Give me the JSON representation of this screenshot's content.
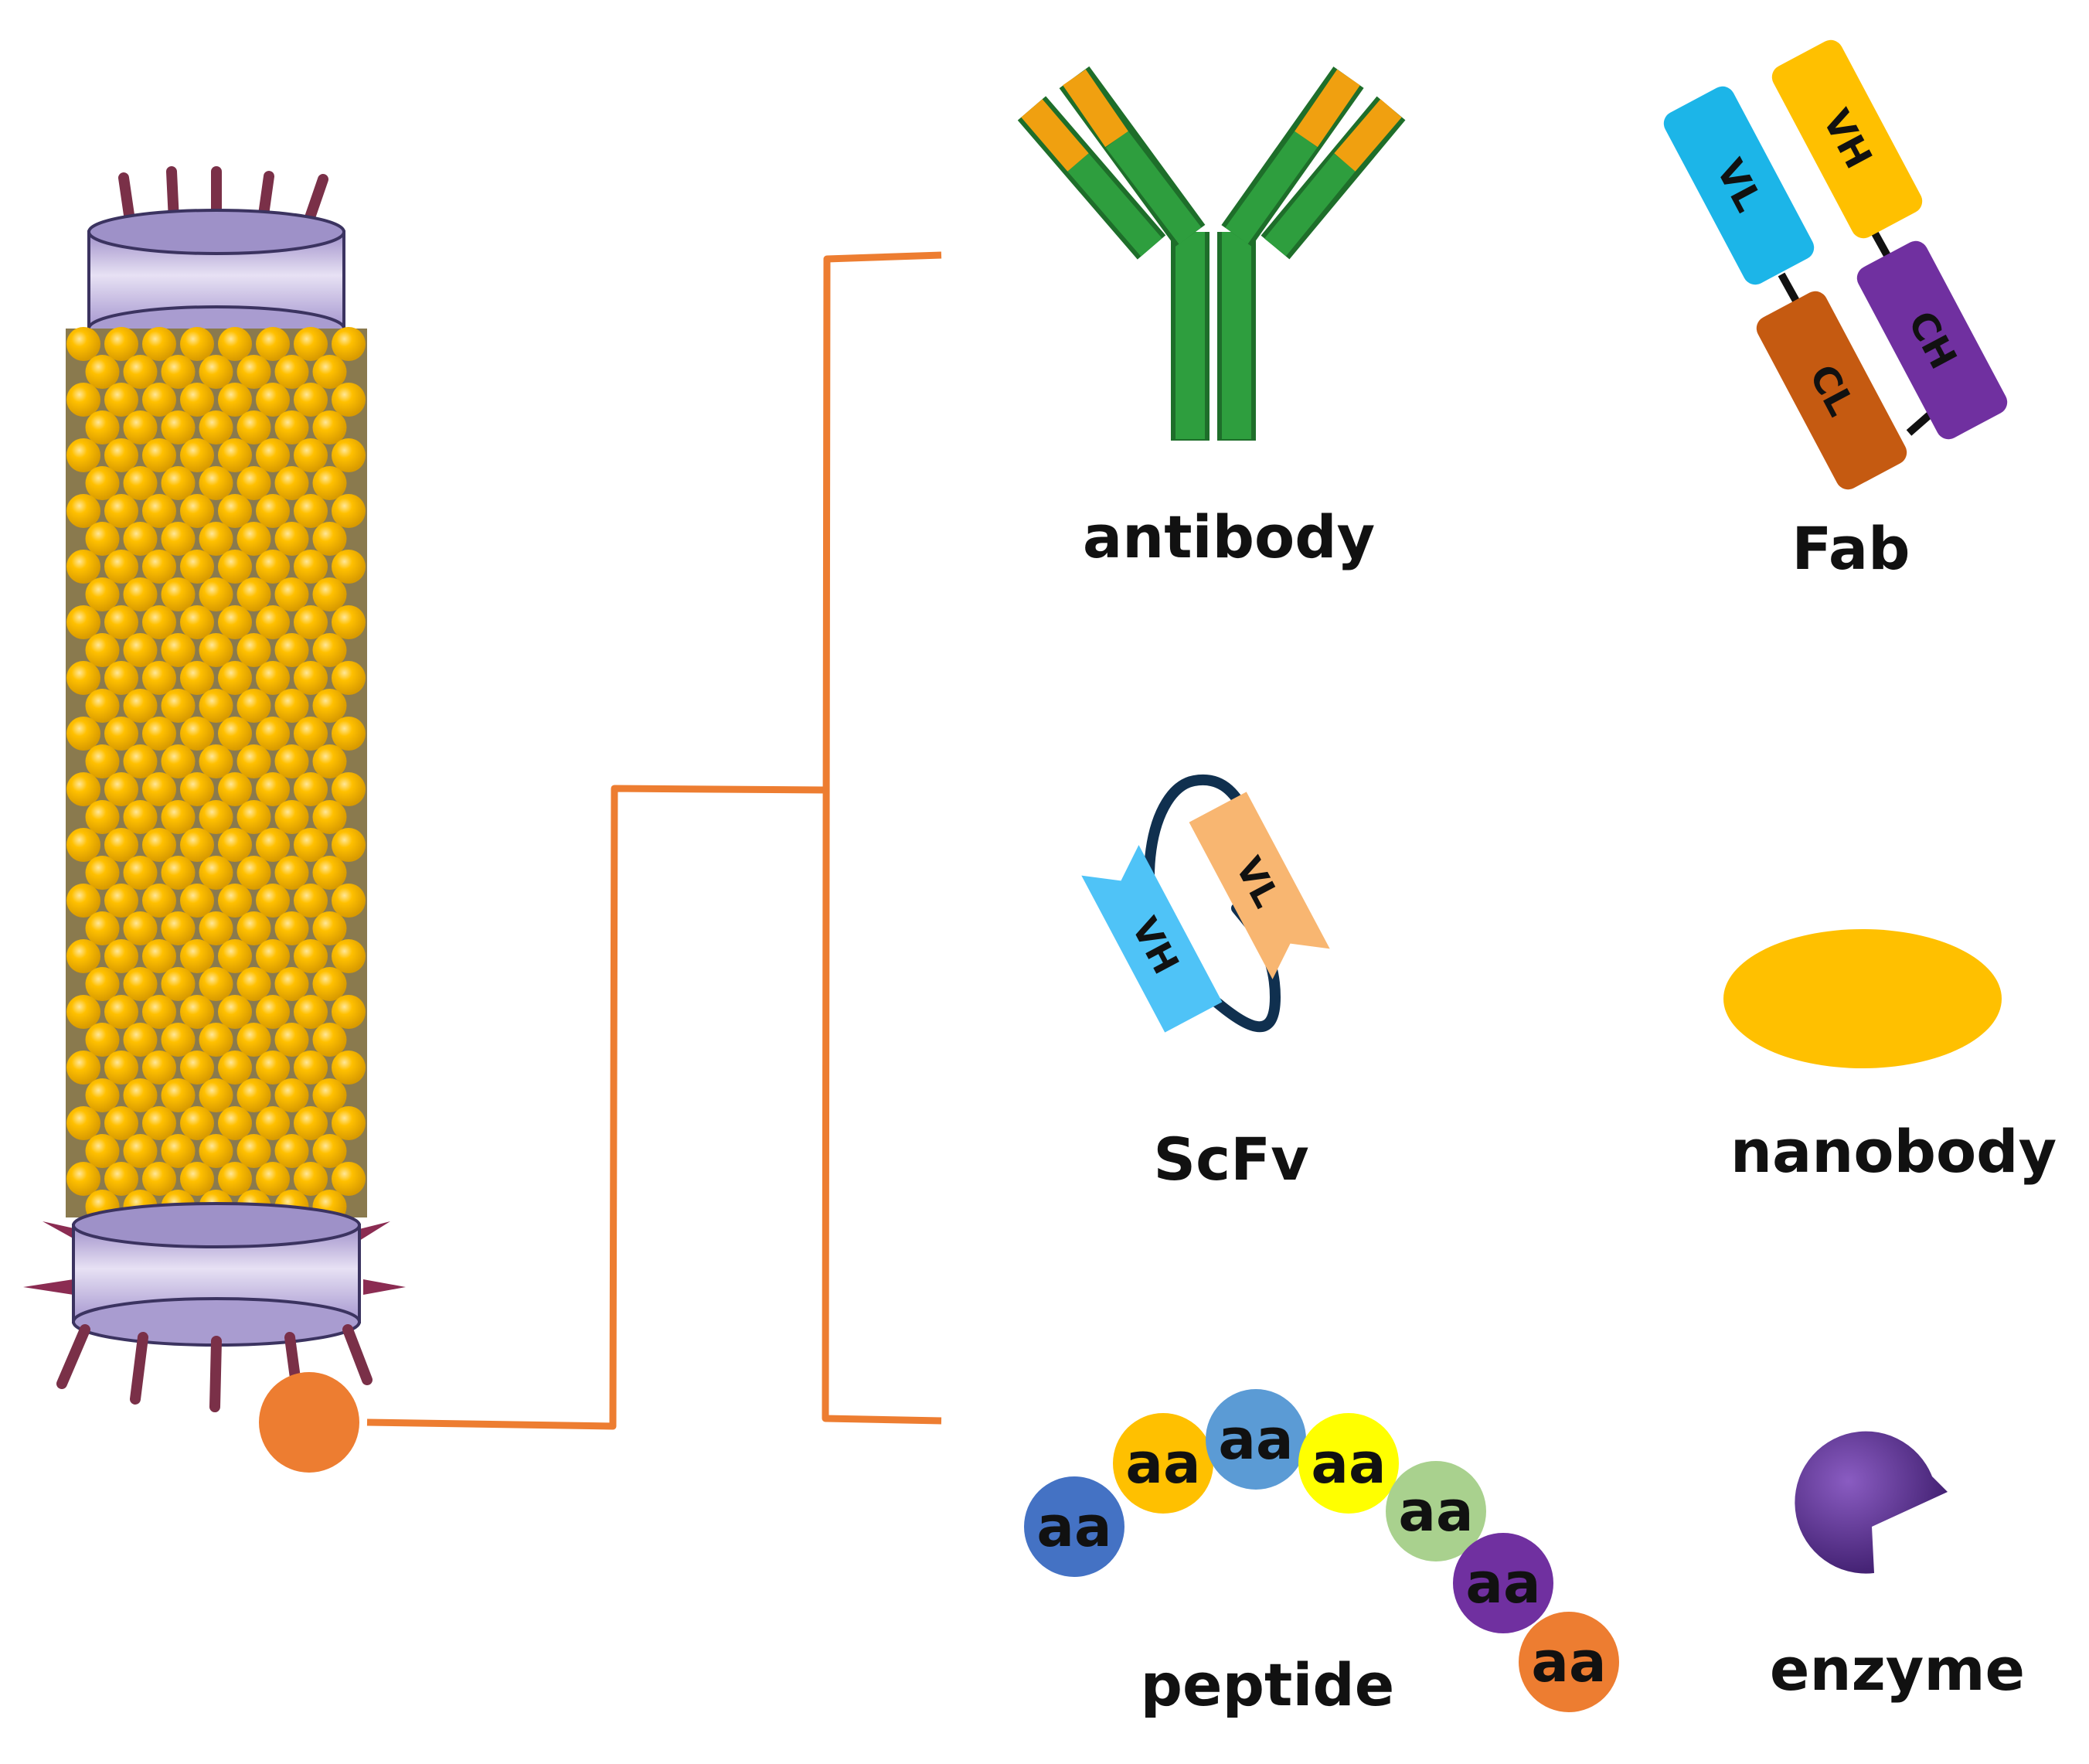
{
  "colors": {
    "connector": "#ED7D31",
    "coat": "#FFC000",
    "cap": "#B4A7D6",
    "antibody_heavy": "#2E9E3E",
    "antibody_tip": "#F0A010",
    "vl_blue": "#1CB5E8",
    "vh_yellow": "#FFC000",
    "cl_brown": "#C55A11",
    "ch_purple": "#7030A0",
    "scfv_vl": "#F8B671",
    "scfv_vh": "#4FC3F7",
    "nanobody": "#FFC000",
    "enzyme": "#5B2C8C"
  },
  "icons": {
    "phage": "filamentous-phage-icon",
    "antibody": "antibody-y-icon",
    "fab": "fab-fragment-icon",
    "scfv": "scfv-icon",
    "nanobody": "nanobody-ellipse-icon",
    "peptide": "peptide-chain-icon",
    "enzyme": "enzyme-pacman-icon"
  },
  "labels": {
    "antibody": "antibody",
    "fab": "Fab",
    "scfv": "ScFv",
    "nanobody": "nanobody",
    "peptide": "peptide",
    "enzyme": "enzyme"
  },
  "fab_domains": {
    "vl": "VL",
    "vh": "VH",
    "cl": "CL",
    "ch": "CH"
  },
  "scfv_domains": {
    "vl": "VL",
    "vh": "VH"
  },
  "peptide_residues": [
    {
      "text": "aa",
      "color": "#4472C4"
    },
    {
      "text": "aa",
      "color": "#FFC000"
    },
    {
      "text": "aa",
      "color": "#5B9BD5"
    },
    {
      "text": "aa",
      "color": "#FFFF00"
    },
    {
      "text": "aa",
      "color": "#A9D18E"
    },
    {
      "text": "aa",
      "color": "#7030A0"
    },
    {
      "text": "aa",
      "color": "#ED7D31"
    }
  ]
}
